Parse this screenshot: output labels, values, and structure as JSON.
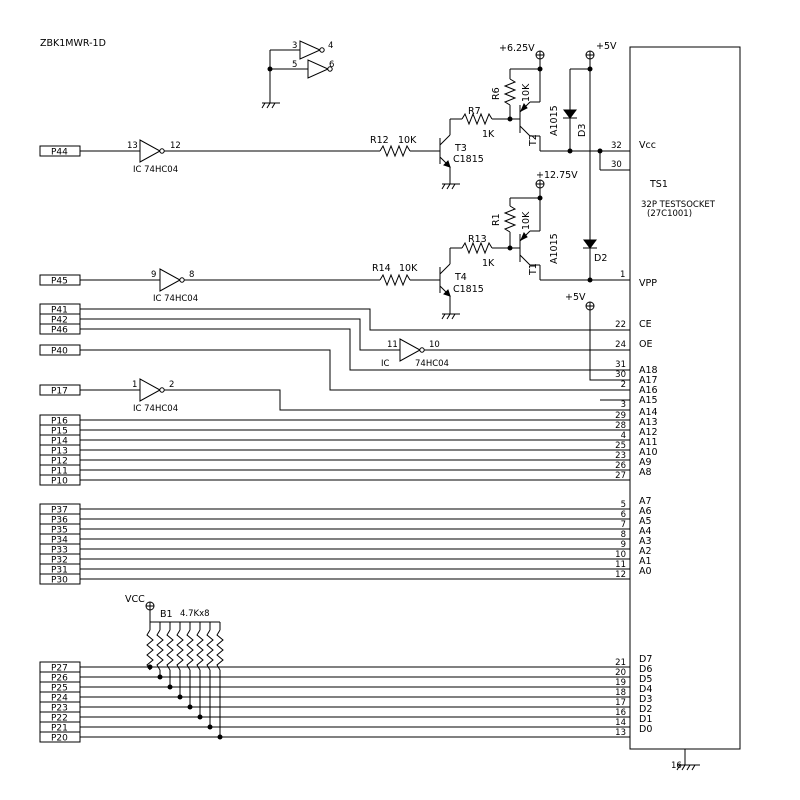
{
  "title": "ZBK1MWR-1D",
  "socket": {
    "ref": "TS1",
    "name": "32P TESTSOCKET",
    "part": "(27C1001)",
    "gnd_pin": "16",
    "power_pins": [
      {
        "pin": "32",
        "signal": "Vcc"
      },
      {
        "pin": "30",
        "signal": ""
      },
      {
        "pin": "1",
        "signal": "VPP"
      }
    ],
    "control_pins": [
      {
        "port": "P41",
        "pin": "22",
        "signal": "CE"
      },
      {
        "port": "P42",
        "pin": "24",
        "signal": "OE"
      },
      {
        "port": "P46",
        "pin": "31",
        "signal": "A18"
      },
      {
        "port": "P40",
        "pin": "30",
        "signal": "A17"
      },
      {
        "port": "P17",
        "pin": "2",
        "signal": "A16"
      },
      {
        "port": "",
        "pin": "3",
        "signal": "A15"
      }
    ],
    "addr_high": [
      {
        "port": "P16",
        "pin": "29",
        "signal": "A14"
      },
      {
        "port": "P15",
        "pin": "28",
        "signal": "A13"
      },
      {
        "port": "P14",
        "pin": "4",
        "signal": "A12"
      },
      {
        "port": "P13",
        "pin": "25",
        "signal": "A11"
      },
      {
        "port": "P12",
        "pin": "23",
        "signal": "A10"
      },
      {
        "port": "P11",
        "pin": "26",
        "signal": "A9"
      },
      {
        "port": "P10",
        "pin": "27",
        "signal": "A8"
      }
    ],
    "addr_low": [
      {
        "port": "P37",
        "pin": "5",
        "signal": "A7"
      },
      {
        "port": "P36",
        "pin": "6",
        "signal": "A6"
      },
      {
        "port": "P35",
        "pin": "7",
        "signal": "A5"
      },
      {
        "port": "P34",
        "pin": "8",
        "signal": "A4"
      },
      {
        "port": "P33",
        "pin": "9",
        "signal": "A3"
      },
      {
        "port": "P32",
        "pin": "10",
        "signal": "A2"
      },
      {
        "port": "P31",
        "pin": "11",
        "signal": "A1"
      },
      {
        "port": "P30",
        "pin": "12",
        "signal": "A0"
      }
    ],
    "data": [
      {
        "port": "P27",
        "pin": "21",
        "signal": "D7"
      },
      {
        "port": "P26",
        "pin": "20",
        "signal": "D6"
      },
      {
        "port": "P25",
        "pin": "19",
        "signal": "D5"
      },
      {
        "port": "P24",
        "pin": "18",
        "signal": "D4"
      },
      {
        "port": "P23",
        "pin": "17",
        "signal": "D3"
      },
      {
        "port": "P22",
        "pin": "16",
        "signal": "D2"
      },
      {
        "port": "P21",
        "pin": "14",
        "signal": "D1"
      },
      {
        "port": "P20",
        "pin": "13",
        "signal": "D0"
      }
    ]
  },
  "ports_upper": [
    {
      "name": "P44"
    },
    {
      "name": "P45"
    },
    {
      "name": "P41"
    },
    {
      "name": "P42"
    },
    {
      "name": "P46"
    },
    {
      "name": "P40"
    },
    {
      "name": "P17"
    }
  ],
  "inverters": {
    "unused_a_in": "3",
    "unused_a_out": "4",
    "unused_b_in": "5",
    "unused_b_out": "6",
    "p44_in": "13",
    "p44_out": "12",
    "p44_label": "IC  74HC04",
    "p45_in": "9",
    "p45_out": "8",
    "p45_label": "IC  74HC04",
    "oe_in": "11",
    "oe_out": "10",
    "oe_ic": "IC",
    "oe_label": "74HC04",
    "a16_in": "1",
    "a16_out": "2",
    "a16_label": "IC  74HC04"
  },
  "vcc_stage": {
    "supply": "+6.25V",
    "supply2": "+5V",
    "r_base": "R12",
    "r_base_val": "10K",
    "npn": "T3",
    "npn_part": "C1815",
    "r_mid": "R7",
    "r_mid_val": "1K",
    "r_pull": "R6",
    "r_pull_val": "10K",
    "pnp": "T2",
    "pnp_part": "A1015",
    "diode": "D3"
  },
  "vpp_stage": {
    "supply": "+12.75V",
    "r_base": "R14",
    "r_base_val": "10K",
    "npn": "T4",
    "npn_part": "C1815",
    "r_mid": "R13",
    "r_mid_val": "1K",
    "r_pull": "R1",
    "r_pull_val": "10K",
    "pnp": "T1",
    "pnp_part": "A1015",
    "diode": "D2"
  },
  "oe_supply": "+5V",
  "pullup": {
    "vcc": "VCC",
    "ref": "B1",
    "value": "4.7Kx8"
  }
}
